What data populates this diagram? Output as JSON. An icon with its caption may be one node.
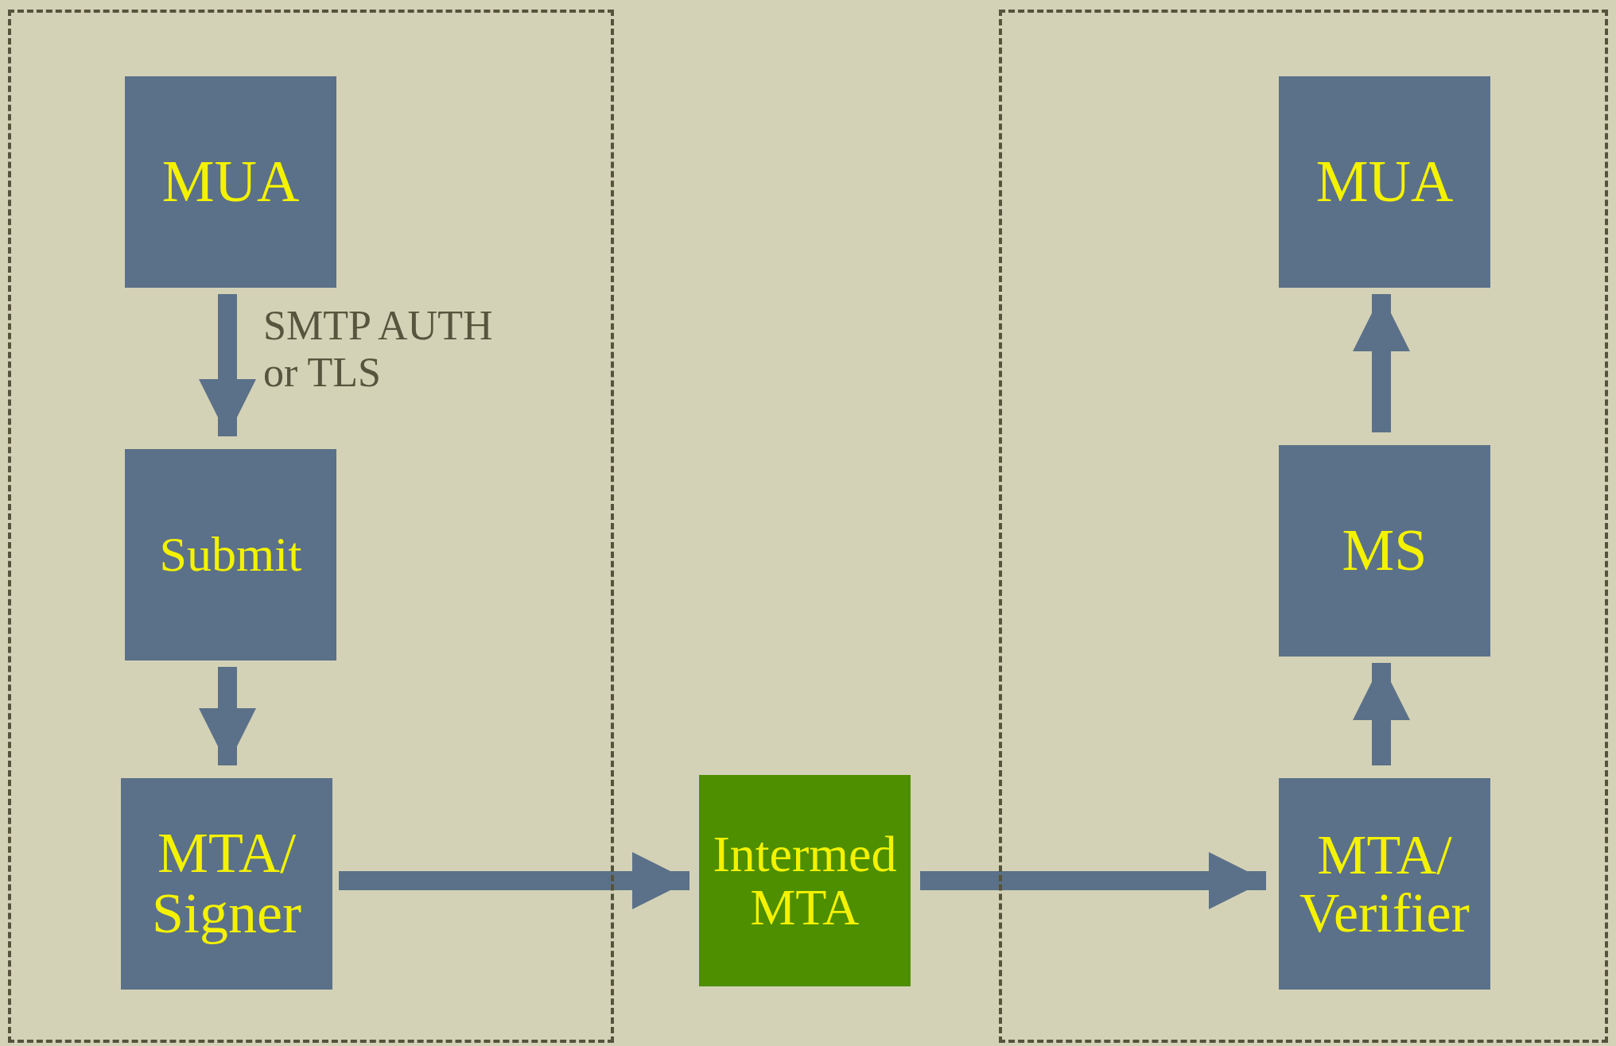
{
  "diagram": {
    "nodes": [
      {
        "text": [],
        "shape": "box"
      },
      {
        "text": [
          "MUA"
        ],
        "in": 0
      },
      {
        "text": [
          "Submit"
        ],
        "in": 0
      },
      {
        "text": [
          "MTA/ Signer"
        ],
        "in": 0
      },
      {
        "text": [
          "Intermed MTA"
        ]
      },
      {
        "text": [],
        "shape": "box"
      },
      {
        "text": [
          "MUA"
        ],
        "in": 5
      },
      {
        "text": [
          "MS"
        ],
        "in": 5
      },
      {
        "text": [
          "MTA/ Verifier"
        ],
        "in": 5
      }
    ],
    "edges": [
      {
        "from": 1,
        "to": 2,
        "arrow": "to",
        "label": "SMTP AUTH or TLS"
      },
      {
        "from": 2,
        "to": 3,
        "arrow": "to"
      },
      {
        "from": 3,
        "to": 4,
        "arrow": "to"
      },
      {
        "from": 4,
        "to": 8,
        "arrow": "to"
      },
      {
        "from": 8,
        "to": 7,
        "arrow": "to"
      },
      {
        "from": 7,
        "to": 6,
        "arrow": "to"
      }
    ]
  }
}
